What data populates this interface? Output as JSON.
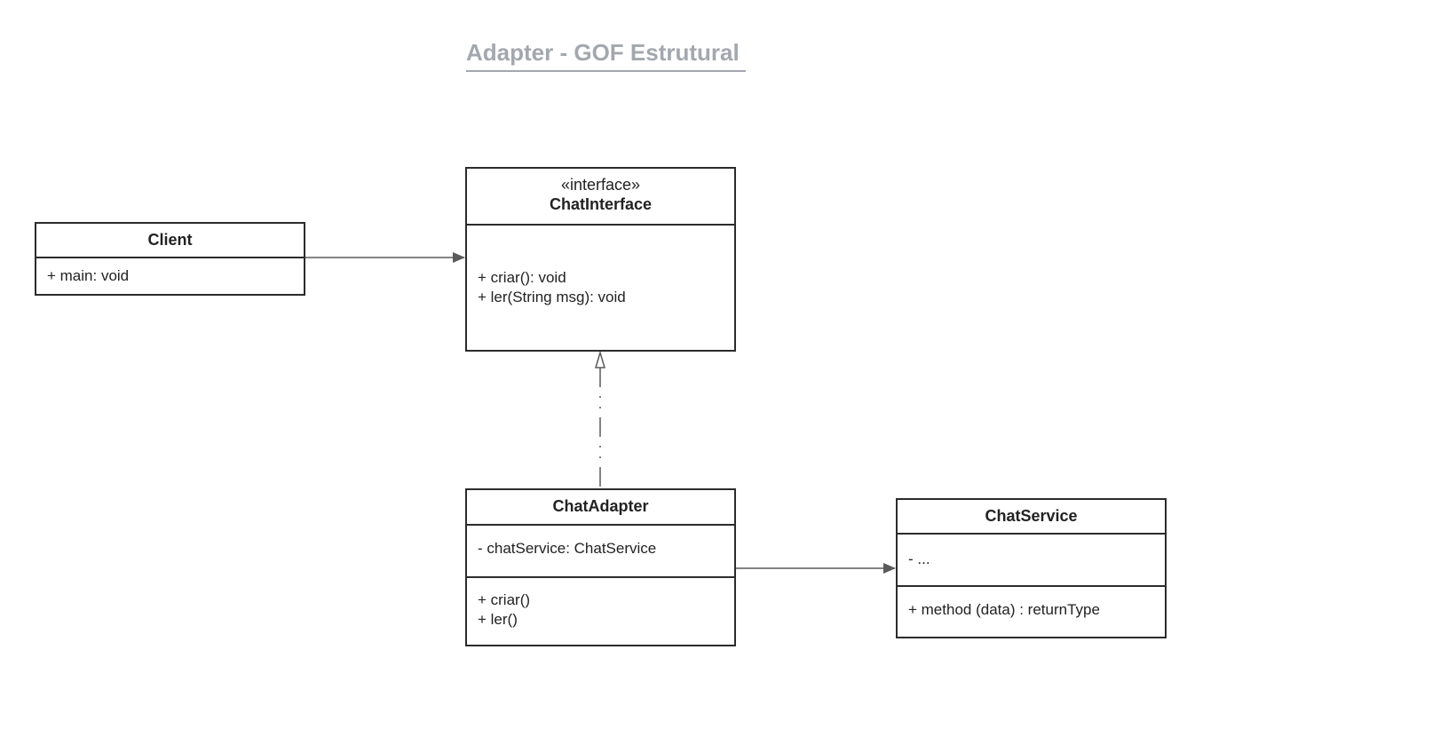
{
  "title": "Adapter - GOF Estrutural",
  "colors": {
    "title": "#a3a7ae",
    "border": "#2b2b2b",
    "connector": "#5a5a5a"
  },
  "classes": {
    "client": {
      "name": "Client",
      "methods": [
        "+ main: void"
      ]
    },
    "chat_interface": {
      "stereotype": "«interface»",
      "name": "ChatInterface",
      "methods": [
        "+ criar(): void",
        "+ ler(String msg): void"
      ]
    },
    "chat_adapter": {
      "name": "ChatAdapter",
      "attributes": [
        "- chatService: ChatService"
      ],
      "methods": [
        "+ criar()",
        "+ ler()"
      ]
    },
    "chat_service": {
      "name": "ChatService",
      "attributes": [
        "- ..."
      ],
      "methods": [
        "+ method (data) : returnType"
      ]
    }
  },
  "relations": [
    {
      "from": "Client",
      "to": "ChatInterface",
      "type": "association"
    },
    {
      "from": "ChatAdapter",
      "to": "ChatInterface",
      "type": "realization"
    },
    {
      "from": "ChatAdapter",
      "to": "ChatService",
      "type": "association"
    }
  ]
}
